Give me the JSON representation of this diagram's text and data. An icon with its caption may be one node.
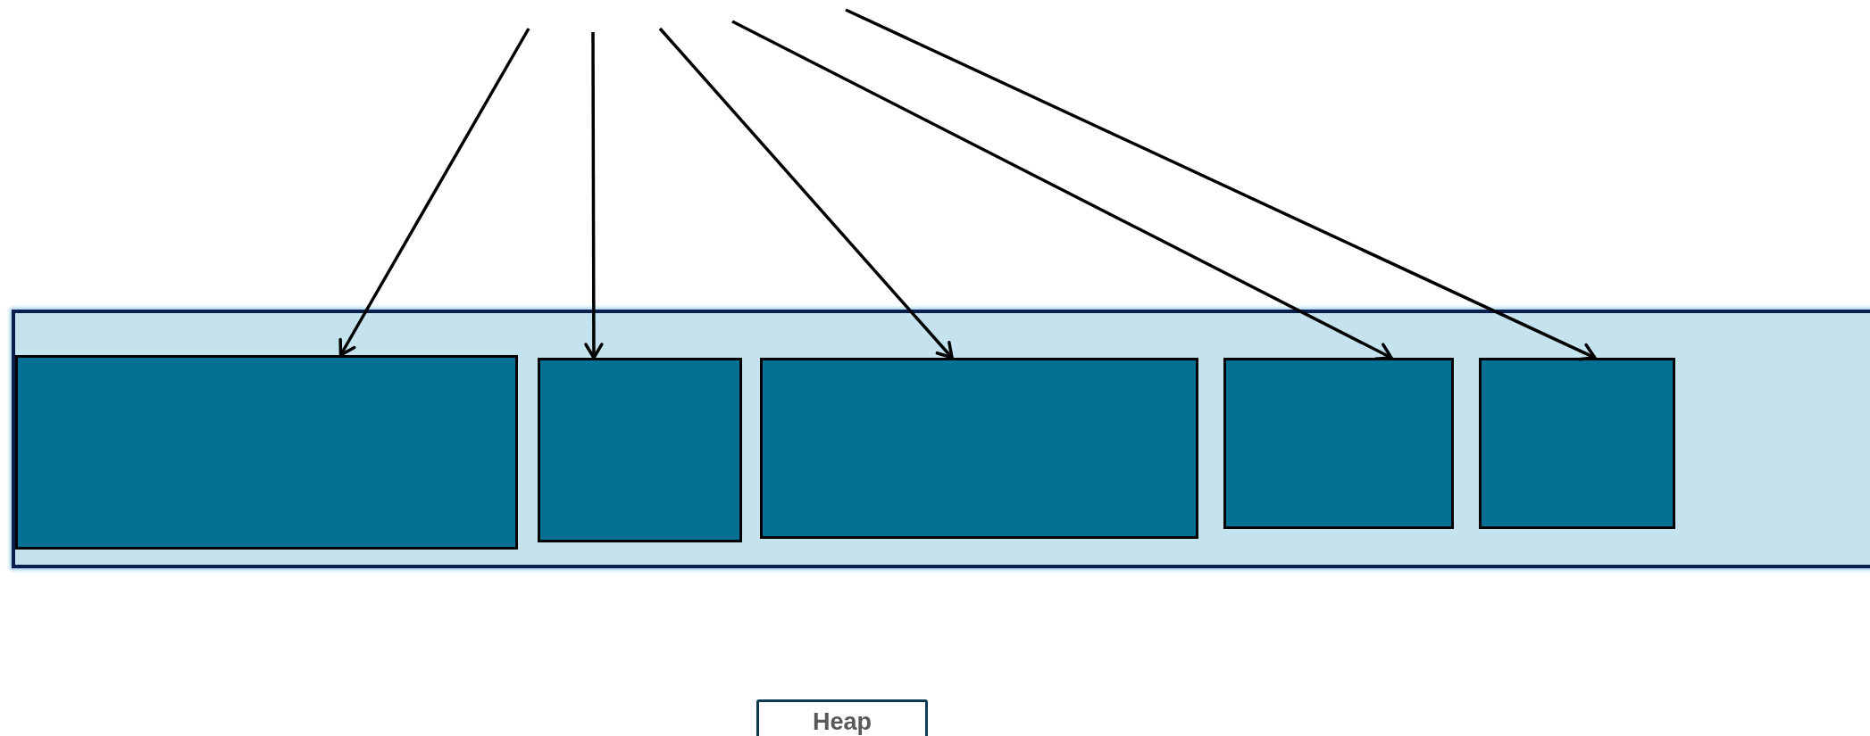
{
  "diagram": {
    "nodes": [
      {
        "text": [],
        "shape": "box"
      },
      {
        "text": [],
        "shape": "box",
        "in": 0
      },
      {
        "text": [],
        "shape": "box",
        "in": 0
      },
      {
        "text": [],
        "shape": "box",
        "in": 0
      },
      {
        "text": [],
        "shape": "box",
        "in": 0
      },
      {
        "text": [],
        "shape": "box",
        "in": 0
      },
      {
        "text": [
          "Heap"
        ]
      }
    ],
    "edges": [
      {
        "from": null,
        "to": 1,
        "arrow": "to"
      },
      {
        "from": null,
        "to": 2,
        "arrow": "to"
      },
      {
        "from": null,
        "to": 3,
        "arrow": "to"
      },
      {
        "from": null,
        "to": 4,
        "arrow": "to"
      },
      {
        "from": null,
        "to": 5,
        "arrow": "to"
      }
    ]
  }
}
